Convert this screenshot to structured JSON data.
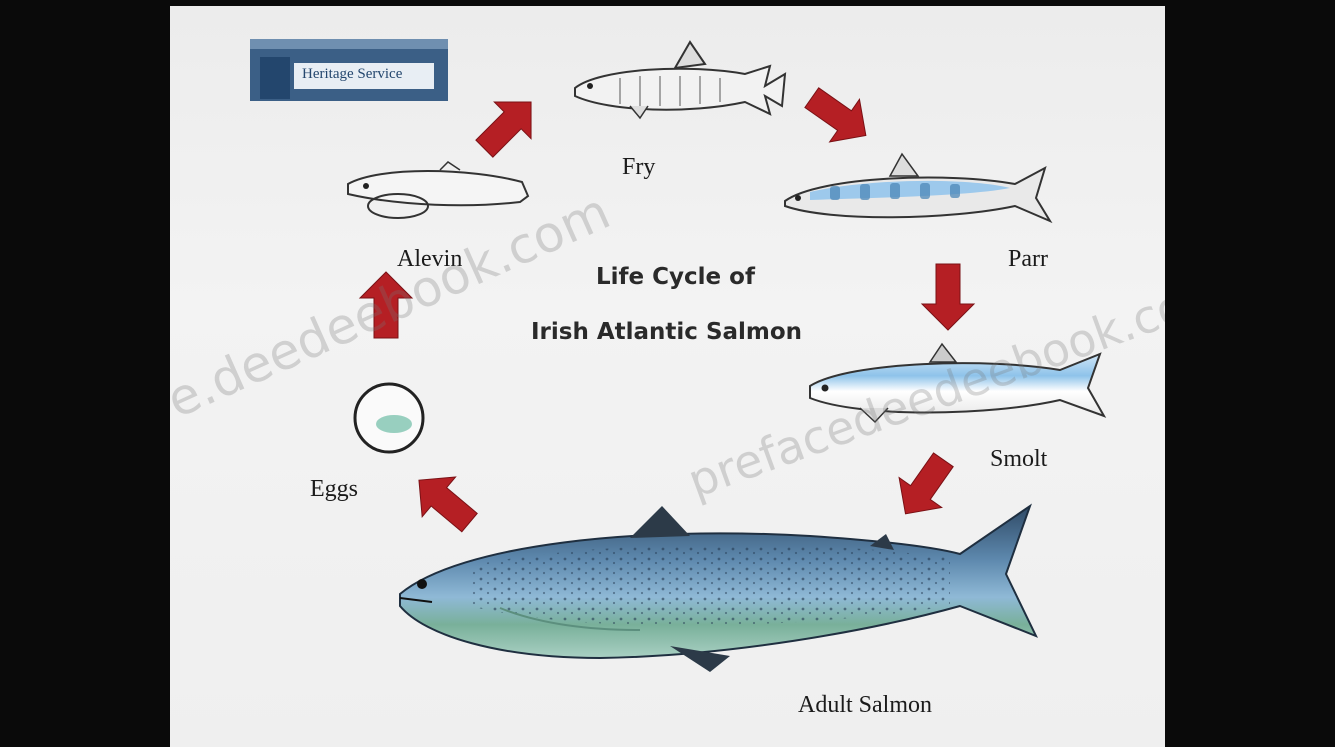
{
  "logo": {
    "text": "Heritage Service"
  },
  "title": {
    "line1": "Life Cycle of",
    "line2": "Irish Atlantic Salmon"
  },
  "stages": {
    "fry": "Fry",
    "parr": "Parr",
    "smolt": "Smolt",
    "adult": "Adult Salmon",
    "eggs": "Eggs",
    "alevin": "Alevin"
  },
  "watermark": {
    "left": "e.deedeebook.com",
    "right": "prefacedeedeebook.com"
  },
  "colors": {
    "arrow": "#b51f24",
    "parr_stripe": "#8fc3ec",
    "adult_back": "#4a6b8a",
    "adult_belly": "#7fb39e"
  }
}
